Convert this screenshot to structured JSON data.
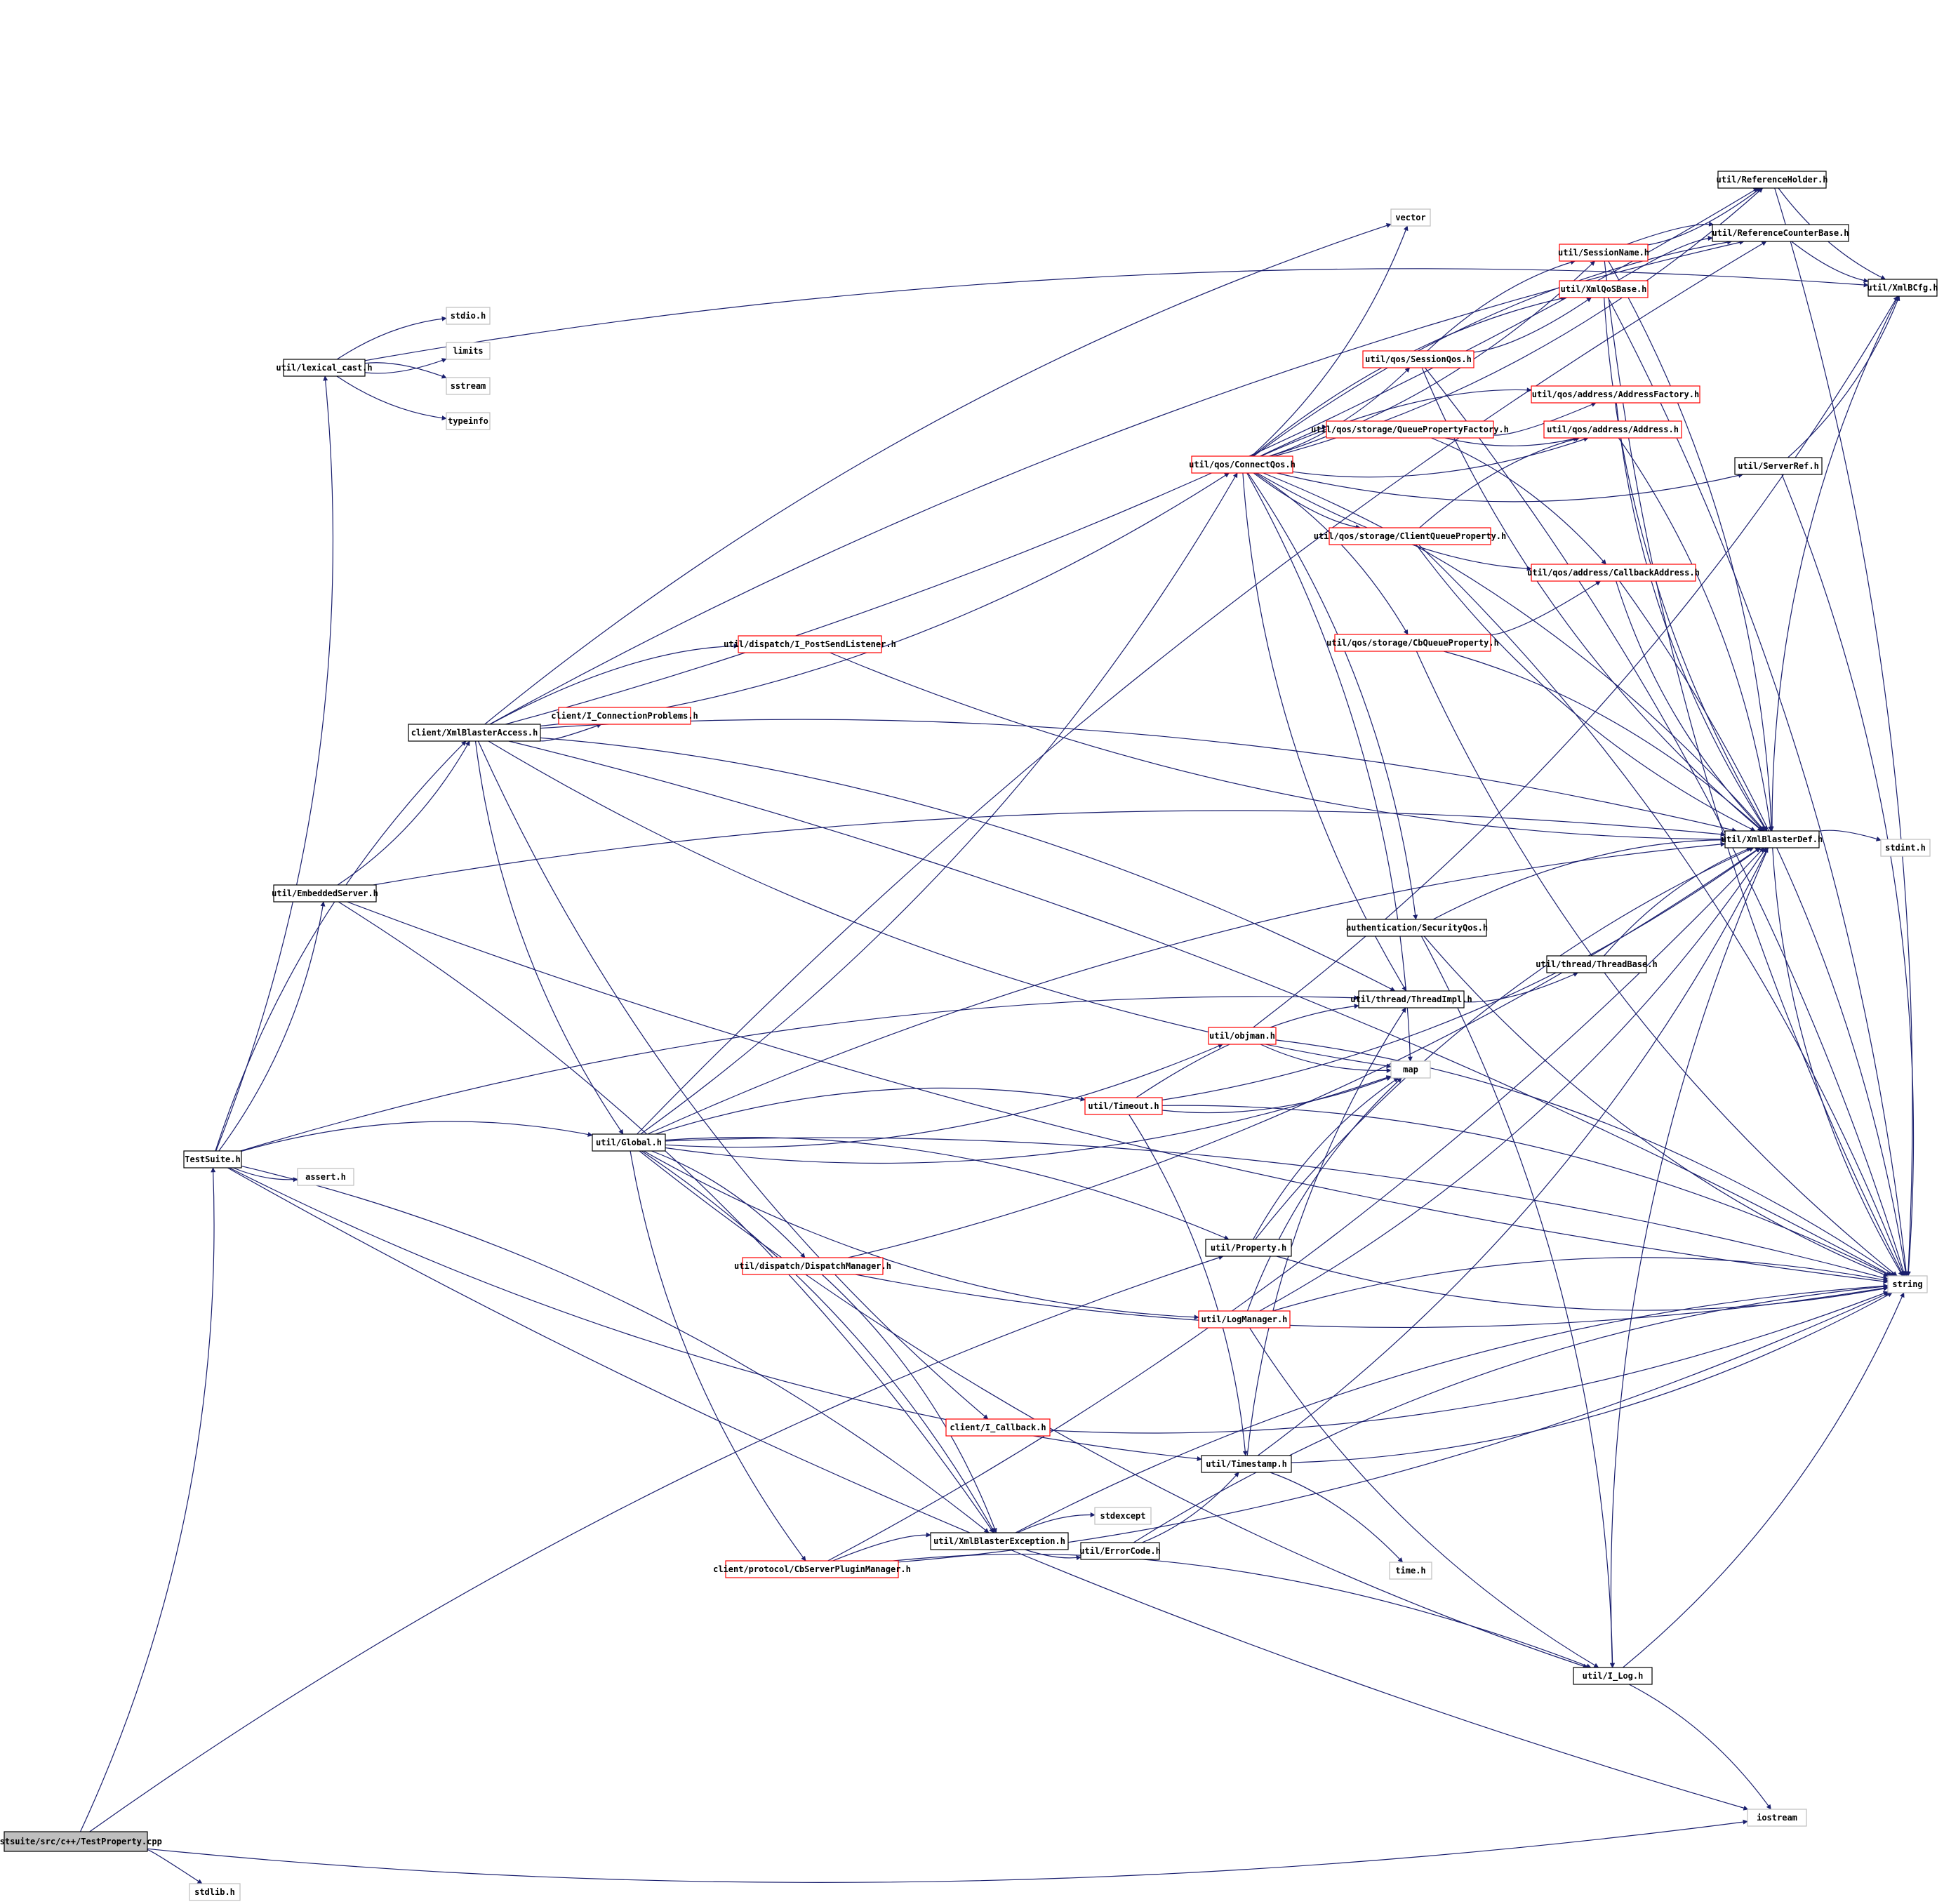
{
  "colors": {
    "edge": "#1a1f6e",
    "border_documented": "#000000",
    "border_truncated": "#ff0000",
    "border_external": "#bfbfbf",
    "root_fill": "#bfbfbf",
    "fill": "#ffffff"
  },
  "nodes": [
    {
      "id": "root",
      "label": "testsuite/src/c++/TestProperty.cpp",
      "kind": "root"
    },
    {
      "id": "stdlib",
      "label": "stdlib.h",
      "kind": "external"
    },
    {
      "id": "testsuite",
      "label": "TestSuite.h",
      "kind": "doc"
    },
    {
      "id": "assert",
      "label": "assert.h",
      "kind": "external"
    },
    {
      "id": "embedded",
      "label": "util/EmbeddedServer.h",
      "kind": "doc"
    },
    {
      "id": "lexical",
      "label": "util/lexical_cast.h",
      "kind": "doc"
    },
    {
      "id": "stdio",
      "label": "stdio.h",
      "kind": "external"
    },
    {
      "id": "limits",
      "label": "limits",
      "kind": "external"
    },
    {
      "id": "sstream",
      "label": "sstream",
      "kind": "external"
    },
    {
      "id": "typeinfo",
      "label": "typeinfo",
      "kind": "external"
    },
    {
      "id": "xbaccess",
      "label": "client/XmlBlasterAccess.h",
      "kind": "doc"
    },
    {
      "id": "iconn",
      "label": "client/I_ConnectionProblems.h",
      "kind": "trunc"
    },
    {
      "id": "postsend",
      "label": "util/dispatch/I_PostSendListener.h",
      "kind": "trunc"
    },
    {
      "id": "global",
      "label": "util/Global.h",
      "kind": "doc"
    },
    {
      "id": "dispmgr",
      "label": "util/dispatch/DispatchManager.h",
      "kind": "trunc"
    },
    {
      "id": "cbplugin",
      "label": "client/protocol/CbServerPluginManager.h",
      "kind": "trunc"
    },
    {
      "id": "xbexc",
      "label": "util/XmlBlasterException.h",
      "kind": "doc"
    },
    {
      "id": "stdexcept",
      "label": "stdexcept",
      "kind": "external"
    },
    {
      "id": "errcode",
      "label": "util/ErrorCode.h",
      "kind": "doc"
    },
    {
      "id": "icallback",
      "label": "client/I_Callback.h",
      "kind": "trunc"
    },
    {
      "id": "timestamp",
      "label": "util/Timestamp.h",
      "kind": "doc"
    },
    {
      "id": "timeh",
      "label": "time.h",
      "kind": "external"
    },
    {
      "id": "timeout",
      "label": "util/Timeout.h",
      "kind": "trunc"
    },
    {
      "id": "objman",
      "label": "util/objman.h",
      "kind": "trunc"
    },
    {
      "id": "property",
      "label": "util/Property.h",
      "kind": "doc"
    },
    {
      "id": "logmgr",
      "label": "util/LogManager.h",
      "kind": "trunc"
    },
    {
      "id": "connqos",
      "label": "util/qos/ConnectQos.h",
      "kind": "trunc"
    },
    {
      "id": "vector",
      "label": "vector",
      "kind": "external"
    },
    {
      "id": "map",
      "label": "map",
      "kind": "external"
    },
    {
      "id": "secqos",
      "label": "authentication/SecurityQos.h",
      "kind": "doc"
    },
    {
      "id": "threadimpl",
      "label": "util/thread/ThreadImpl.h",
      "kind": "doc"
    },
    {
      "id": "threadbase",
      "label": "util/thread/ThreadBase.h",
      "kind": "doc"
    },
    {
      "id": "sessqos",
      "label": "util/qos/SessionQos.h",
      "kind": "trunc"
    },
    {
      "id": "qpfact",
      "label": "util/qos/storage/QueuePropertyFactory.h",
      "kind": "trunc"
    },
    {
      "id": "cqprop",
      "label": "util/qos/storage/ClientQueueProperty.h",
      "kind": "trunc"
    },
    {
      "id": "cbqprop",
      "label": "util/qos/storage/CbQueueProperty.h",
      "kind": "trunc"
    },
    {
      "id": "sessname",
      "label": "util/SessionName.h",
      "kind": "trunc"
    },
    {
      "id": "xmlqos",
      "label": "util/XmlQoSBase.h",
      "kind": "trunc"
    },
    {
      "id": "addrfact",
      "label": "util/qos/address/AddressFactory.h",
      "kind": "trunc"
    },
    {
      "id": "address",
      "label": "util/qos/address/Address.h",
      "kind": "trunc"
    },
    {
      "id": "cbaddr",
      "label": "util/qos/address/CallbackAddress.h",
      "kind": "trunc"
    },
    {
      "id": "serverref",
      "label": "util/ServerRef.h",
      "kind": "doc"
    },
    {
      "id": "refholder",
      "label": "util/ReferenceHolder.h",
      "kind": "doc"
    },
    {
      "id": "refcount",
      "label": "util/ReferenceCounterBase.h",
      "kind": "doc"
    },
    {
      "id": "xmlbcfg",
      "label": "util/XmlBCfg.h",
      "kind": "doc"
    },
    {
      "id": "xbdef",
      "label": "util/XmlBlasterDef.h",
      "kind": "doc"
    },
    {
      "id": "stdint",
      "label": "stdint.h",
      "kind": "external"
    },
    {
      "id": "string",
      "label": "string",
      "kind": "external"
    },
    {
      "id": "ilog",
      "label": "util/I_Log.h",
      "kind": "doc"
    },
    {
      "id": "iostream",
      "label": "iostream",
      "kind": "external"
    }
  ],
  "edges": [
    [
      "root",
      "testsuite"
    ],
    [
      "root",
      "property"
    ],
    [
      "root",
      "iostream"
    ],
    [
      "root",
      "stdlib"
    ],
    [
      "testsuite",
      "lexical"
    ],
    [
      "testsuite",
      "xbaccess"
    ],
    [
      "testsuite",
      "embedded"
    ],
    [
      "testsuite",
      "global"
    ],
    [
      "testsuite",
      "assert"
    ],
    [
      "testsuite",
      "threadimpl"
    ],
    [
      "testsuite",
      "timestamp"
    ],
    [
      "testsuite",
      "xbexc"
    ],
    [
      "testsuite",
      "iostream"
    ],
    [
      "lexical",
      "stdio"
    ],
    [
      "lexical",
      "limits"
    ],
    [
      "lexical",
      "sstream"
    ],
    [
      "lexical",
      "typeinfo"
    ],
    [
      "lexical",
      "xmlbcfg"
    ],
    [
      "embedded",
      "xbaccess"
    ],
    [
      "embedded",
      "xbdef"
    ],
    [
      "embedded",
      "string"
    ],
    [
      "embedded",
      "xbexc"
    ],
    [
      "xbaccess",
      "iconn"
    ],
    [
      "xbaccess",
      "postsend"
    ],
    [
      "xbaccess",
      "global"
    ],
    [
      "xbaccess",
      "xbdef"
    ],
    [
      "xbaccess",
      "connqos"
    ],
    [
      "xbaccess",
      "vector"
    ],
    [
      "xbaccess",
      "refholder"
    ],
    [
      "xbaccess",
      "refcount"
    ],
    [
      "xbaccess",
      "map"
    ],
    [
      "xbaccess",
      "threadimpl"
    ],
    [
      "xbaccess",
      "icallback"
    ],
    [
      "xbaccess",
      "string"
    ],
    [
      "postsend",
      "xbdef"
    ],
    [
      "global",
      "xbdef"
    ],
    [
      "global",
      "objman"
    ],
    [
      "global",
      "timeout"
    ],
    [
      "global",
      "map"
    ],
    [
      "global",
      "property"
    ],
    [
      "global",
      "logmgr"
    ],
    [
      "global",
      "dispmgr"
    ],
    [
      "global",
      "cbplugin"
    ],
    [
      "global",
      "xbexc"
    ],
    [
      "global",
      "ilog"
    ],
    [
      "global",
      "string"
    ],
    [
      "global",
      "connqos"
    ],
    [
      "global",
      "refcount"
    ],
    [
      "dispmgr",
      "xbdef"
    ],
    [
      "dispmgr",
      "xbexc"
    ],
    [
      "dispmgr",
      "string"
    ],
    [
      "cbplugin",
      "xbexc"
    ],
    [
      "cbplugin",
      "xbdef"
    ],
    [
      "cbplugin",
      "ilog"
    ],
    [
      "cbplugin",
      "string"
    ],
    [
      "xbexc",
      "stdexcept"
    ],
    [
      "xbexc",
      "errcode"
    ],
    [
      "xbexc",
      "string"
    ],
    [
      "errcode",
      "timestamp"
    ],
    [
      "errcode",
      "string"
    ],
    [
      "icallback",
      "string"
    ],
    [
      "timestamp",
      "timeh"
    ],
    [
      "timestamp",
      "xbdef"
    ],
    [
      "timestamp",
      "threadimpl"
    ],
    [
      "timestamp",
      "string"
    ],
    [
      "timeout",
      "timestamp"
    ],
    [
      "timeout",
      "xbdef"
    ],
    [
      "timeout",
      "threadimpl"
    ],
    [
      "timeout",
      "map"
    ],
    [
      "timeout",
      "string"
    ],
    [
      "objman",
      "map"
    ],
    [
      "objman",
      "string"
    ],
    [
      "objman",
      "xmlbcfg"
    ],
    [
      "property",
      "map"
    ],
    [
      "property",
      "string"
    ],
    [
      "property",
      "xbdef"
    ],
    [
      "logmgr",
      "ilog"
    ],
    [
      "logmgr",
      "map"
    ],
    [
      "logmgr",
      "xbdef"
    ],
    [
      "logmgr",
      "string"
    ],
    [
      "connqos",
      "sessqos"
    ],
    [
      "connqos",
      "qpfact"
    ],
    [
      "connqos",
      "cqprop"
    ],
    [
      "connqos",
      "cbqprop"
    ],
    [
      "connqos",
      "address"
    ],
    [
      "connqos",
      "addrfact"
    ],
    [
      "connqos",
      "serverref"
    ],
    [
      "connqos",
      "secqos"
    ],
    [
      "connqos",
      "threadimpl"
    ],
    [
      "connqos",
      "map"
    ],
    [
      "connqos",
      "refholder"
    ],
    [
      "connqos",
      "refcount"
    ],
    [
      "connqos",
      "sessname"
    ],
    [
      "connqos",
      "xmlqos"
    ],
    [
      "connqos",
      "cbaddr"
    ],
    [
      "connqos",
      "xbdef"
    ],
    [
      "connqos",
      "vector"
    ],
    [
      "secqos",
      "xbdef"
    ],
    [
      "secqos",
      "string"
    ],
    [
      "secqos",
      "ilog"
    ],
    [
      "threadimpl",
      "threadbase"
    ],
    [
      "threadbase",
      "xbdef"
    ],
    [
      "sessqos",
      "xmlqos"
    ],
    [
      "sessqos",
      "sessname"
    ],
    [
      "sessqos",
      "xbdef"
    ],
    [
      "sessqos",
      "string"
    ],
    [
      "qpfact",
      "address"
    ],
    [
      "qpfact",
      "cbaddr"
    ],
    [
      "qpfact",
      "addrfact"
    ],
    [
      "cqprop",
      "address"
    ],
    [
      "cqprop",
      "xbdef"
    ],
    [
      "cqprop",
      "string"
    ],
    [
      "cbqprop",
      "cbaddr"
    ],
    [
      "cbqprop",
      "xbdef"
    ],
    [
      "cbqprop",
      "string"
    ],
    [
      "sessname",
      "refcount"
    ],
    [
      "sessname",
      "refholder"
    ],
    [
      "sessname",
      "xbdef"
    ],
    [
      "sessname",
      "string"
    ],
    [
      "xmlqos",
      "refcount"
    ],
    [
      "xmlqos",
      "xbdef"
    ],
    [
      "xmlqos",
      "string"
    ],
    [
      "addrfact",
      "xbdef"
    ],
    [
      "address",
      "xbdef"
    ],
    [
      "cbaddr",
      "xbdef"
    ],
    [
      "cbaddr",
      "string"
    ],
    [
      "serverref",
      "xmlbcfg"
    ],
    [
      "serverref",
      "string"
    ],
    [
      "refholder",
      "xmlbcfg"
    ],
    [
      "refholder",
      "string"
    ],
    [
      "refcount",
      "xmlbcfg"
    ],
    [
      "xbdef",
      "stdint"
    ],
    [
      "xbdef",
      "string"
    ],
    [
      "xbdef",
      "xmlbcfg"
    ],
    [
      "xbdef",
      "ilog"
    ],
    [
      "ilog",
      "iostream"
    ],
    [
      "ilog",
      "string"
    ]
  ]
}
